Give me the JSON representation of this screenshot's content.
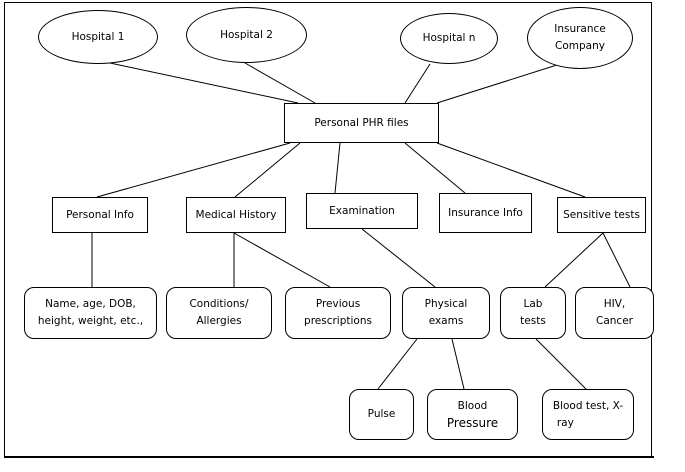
{
  "nodes": {
    "hospital_1": "Hospital 1",
    "hospital_2": "Hospital 2",
    "hospital_n": "Hospital n",
    "insurance_company_line1": "Insurance",
    "insurance_company_line2": "Company",
    "phr_files": "Personal PHR files",
    "personal_info": "Personal Info",
    "medical_history": "Medical History",
    "examination": "Examination",
    "insurance_info": "Insurance Info",
    "sensitive_tests": "Sensitive tests",
    "name_line1": "Name, age, DOB,",
    "name_line2": "height, weight, etc.,",
    "conditions_line1": "Conditions/",
    "conditions_line2": "Allergies",
    "previous_line1": "Previous",
    "previous_line2": "prescriptions",
    "physical_line1": "Physical",
    "physical_line2": "exams",
    "lab_line1": "Lab",
    "lab_line2": "tests",
    "hiv_line1": "HIV,",
    "hiv_line2": "Cancer",
    "pulse": "Pulse",
    "blood_pressure_line1": "Blood",
    "blood_pressure_line2": "Pressure",
    "blood_test_line1": "Blood test, X-",
    "blood_test_line2": "ray"
  }
}
